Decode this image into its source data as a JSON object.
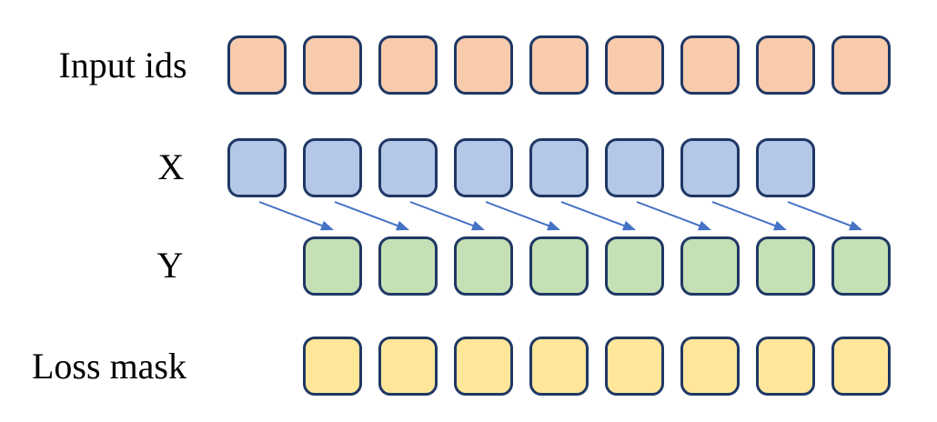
{
  "diagram": {
    "background": "#FFFFFF",
    "square_border_color": "#1F3864",
    "rows": [
      {
        "id": "input-ids",
        "label": "Input ids",
        "square_count": 9,
        "fill": "#F8CBAD"
      },
      {
        "id": "x",
        "label": "X",
        "square_count": 8,
        "fill": "#B4C7E7"
      },
      {
        "id": "y",
        "label": "Y",
        "square_count": 8,
        "fill": "#C5E0B4"
      },
      {
        "id": "loss-mask",
        "label": "Loss mask",
        "square_count": 8,
        "fill": "#FFE699"
      }
    ],
    "arrows": {
      "count": 8,
      "color": "#4472C4",
      "meaning": "each X token points to the next-position Y token (shift right by one)"
    }
  }
}
